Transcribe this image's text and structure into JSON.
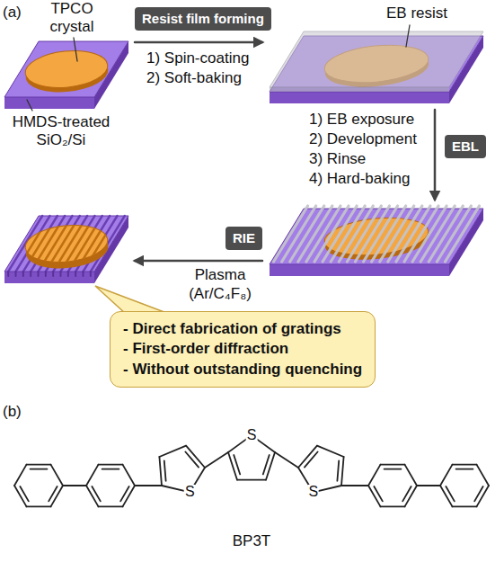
{
  "diagram": {
    "nodes": [
      {
        "text": [
          "Resist film forming"
        ]
      },
      {
        "text": [
          "EBL"
        ]
      },
      {
        "text": [
          "RIE"
        ]
      },
      {
        "text": [
          "- Direct fabrication of gratings",
          "- First-order diffraction",
          "- Without outstanding quenching"
        ]
      }
    ],
    "labels": [
      "(a)",
      "TPCO crystal",
      "HMDS-treated SiO₂/Si",
      "1) Spin-coating",
      "2) Soft-baking",
      "EB resist",
      "1) EB exposure",
      "2) Development",
      "3) Rinse",
      "4) Hard-baking",
      "Plasma",
      "(Ar/C₄F₈)",
      "(b)",
      "S",
      "S",
      "S",
      "BP3T"
    ]
  }
}
